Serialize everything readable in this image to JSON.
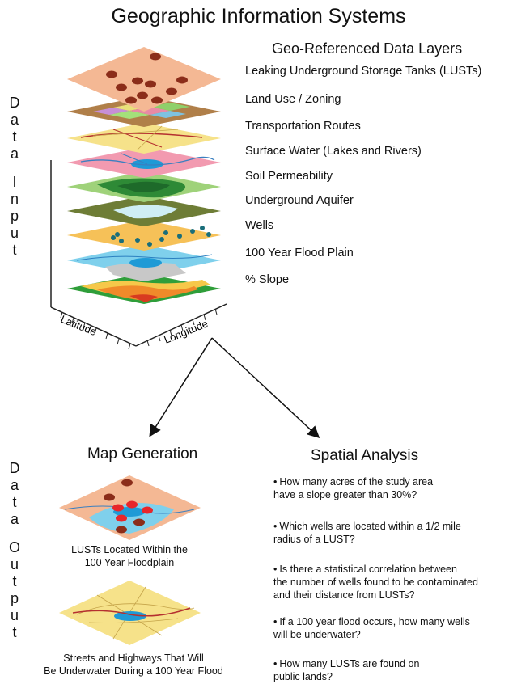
{
  "title": "Geographic Information Systems",
  "layers_heading": "Geo-Referenced Data Layers",
  "layers": [
    "Leaking Underground Storage Tanks (LUSTs)",
    "Land Use / Zoning",
    "Transportation Routes",
    "Surface Water (Lakes and Rivers)",
    "Soil Permeability",
    "Underground Aquifer",
    "Wells",
    "100 Year Flood Plain",
    "% Slope"
  ],
  "data_input_label": "Data Input",
  "data_output_label": "Data Output",
  "axes": {
    "latitude": "Latitude",
    "longitude": "Longitude"
  },
  "map_generation": {
    "heading": "Map Generation",
    "map1_caption": [
      "LUSTs Located Within the",
      "100 Year Floodplain"
    ],
    "map2_caption": [
      "Streets and Highways That Will",
      "Be Underwater During a 100 Year Flood"
    ]
  },
  "spatial_analysis": {
    "heading": "Spatial Analysis",
    "bullet": "•",
    "questions": [
      [
        "How many acres of the study area",
        "have a slope greater than 30%?"
      ],
      [
        "Which wells are located within a 1/2 mile",
        "radius of a LUST?"
      ],
      [
        "Is there a statistical correlation between",
        "the number of wells found to be contaminated",
        "and their distance from LUSTs?"
      ],
      [
        "If a 100 year flood occurs, how many wells",
        "will be underwater?"
      ],
      [
        "How many LUSTs are found on",
        "public lands?"
      ]
    ]
  },
  "colors": {
    "lust_layer": "#f4b894",
    "lust_dots": "#8b2d1a",
    "land_use": "#b07f49",
    "transport": "#f6e28a",
    "surface_water": "#f29ab0",
    "soil": "#58a845",
    "aquifer": "#6e7d36",
    "wells": "#f6c158",
    "flood": "#7fd0ec",
    "water_blue": "#1f9ad6",
    "slope_green": "#2f9e3a"
  }
}
